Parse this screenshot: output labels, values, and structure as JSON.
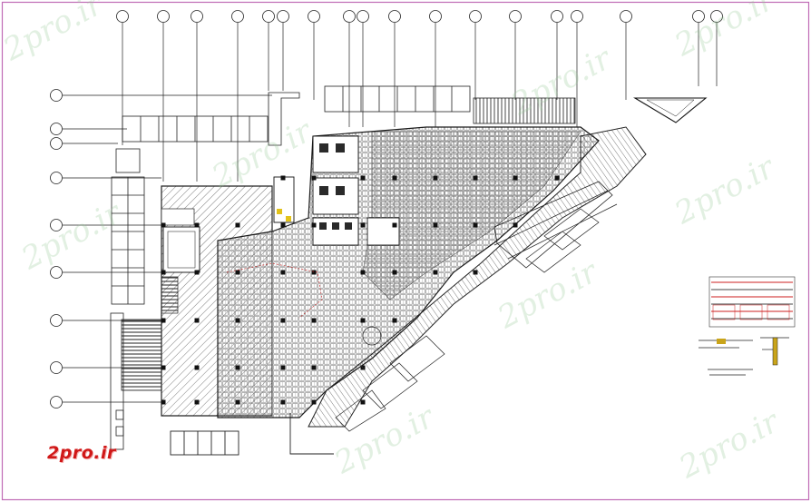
{
  "watermark": {
    "text": "2pro.ir"
  },
  "logo": {
    "text": "2pro.ir",
    "color": "#d01818"
  },
  "colors": {
    "frame": "#c06bb5",
    "line": "#1a1a1a",
    "hatch": "#555555",
    "watermark": "#9ac89a"
  },
  "top_grid_markers": 18,
  "left_grid_markers": 9,
  "legend": {
    "rows": 6,
    "accent": "#cc1f1f"
  }
}
